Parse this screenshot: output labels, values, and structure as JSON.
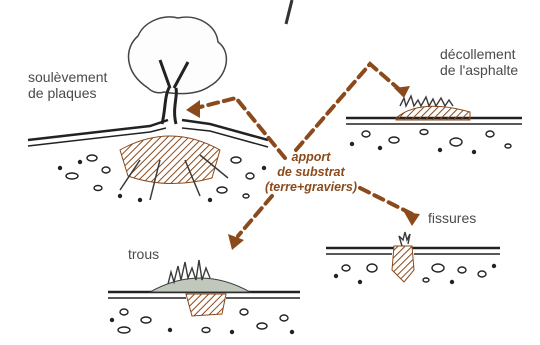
{
  "labels": {
    "uplift": [
      "soulèvement",
      "de plaques"
    ],
    "peeling": [
      "décollement",
      "de l'asphalte"
    ],
    "cracks": "fissures",
    "holes": "trous",
    "center": [
      "apport",
      "de substrat",
      "(terre+graviers)"
    ]
  },
  "colors": {
    "arrow": "#8b4a1c",
    "soil": "#a0522d",
    "ink": "#333333",
    "text": "#4a4a4a"
  }
}
